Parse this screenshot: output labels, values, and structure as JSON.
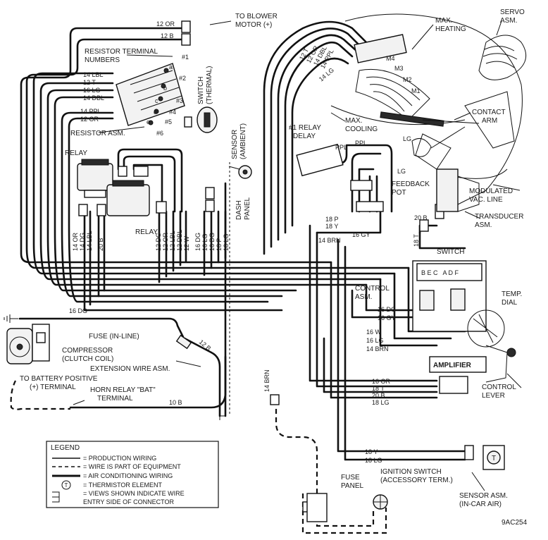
{
  "figure_id": "9AC254",
  "labels": {
    "to_blower_motor": "TO BLOWER",
    "to_blower_motor_2": "MOTOR (+)",
    "max_heating": "MAX.",
    "max_heating_2": "HEATING",
    "servo_asm": "SERVO",
    "servo_asm_2": "ASM.",
    "resistor_terminal_numbers": "RESISTOR TERMINAL",
    "resistor_terminal_numbers_2": "NUMBERS",
    "switch_thermal": "SWITCH",
    "switch_thermal_2": "(THERMAL)",
    "sensor_ambient": "SENSOR",
    "sensor_ambient_2": "(AMBIENT)",
    "resistor_asm": "RESISTOR ASM.",
    "relay_top": "RELAY",
    "relay_bottom": "RELAY",
    "max_cooling": "MAX.",
    "max_cooling_2": "COOLING",
    "relay_delay": "#1 RELAY",
    "relay_delay_2": "DELAY",
    "contact_arm": "CONTACT",
    "contact_arm_2": "ARM",
    "feedback_pot": "FEEDBACK",
    "feedback_pot_2": "POT",
    "modulated_vac_line": "MODULATED",
    "modulated_vac_line_2": "VAC. LINE",
    "transducer_asm": "TRANSDUCER",
    "transducer_asm_2": "ASM.",
    "dash_panel": "DASH",
    "dash_panel_2": "PANEL",
    "switch_main": "SWITCH",
    "control_asm": "CONTROL",
    "control_asm_2": "ASM.",
    "temp_dial": "TEMP.",
    "temp_dial_2": "DIAL",
    "amplifier": "AMPLIFIER",
    "control_lever": "CONTROL",
    "control_lever_2": "LEVER",
    "fuse_inline": "FUSE (IN-LINE)",
    "compressor": "COMPRESSOR",
    "compressor_2": "(CLUTCH COIL)",
    "extension_wire_asm": "EXTENSION WIRE ASM.",
    "to_battery_positive": "TO BATTERY POSITIVE",
    "to_battery_positive_2": "(+) TERMINAL",
    "horn_relay_bat": "HORN RELAY \"BAT\"",
    "horn_relay_bat_2": "TERMINAL",
    "fuse_panel": "FUSE",
    "fuse_panel_2": "PANEL",
    "ignition_switch": "IGNITION SWITCH",
    "ignition_switch_2": "(ACCESSORY TERM.)",
    "sensor_in_car": "SENSOR ASM.",
    "sensor_in_car_2": "(IN-CAR AIR)"
  },
  "resistor_terminals": [
    "#1",
    "#2",
    "#3",
    "#4",
    "#5",
    "#6"
  ],
  "resistor_letters": [
    "a",
    "b",
    "c",
    "d",
    "e"
  ],
  "switch_terminals": "B E C   A D F",
  "vacuum_ports": [
    "M1",
    "M2",
    "M3",
    "M4"
  ],
  "wire_labels": {
    "top_or": "12 OR",
    "top_b": "12 B",
    "lbl": "14 LBL",
    "t": "12 T",
    "lg": "16 LG",
    "dbl": "14 DBL",
    "ppl": "14 PPL",
    "or": "12 OR",
    "relay_ppl": "PPL",
    "feedback_lg1": "LG",
    "feedback_lg2": "LG",
    "p18": "18 P",
    "y18": "18 Y",
    "gy16": "16 GY",
    "brn14": "14 BRN",
    "b20_transducer": "20 B",
    "t18_transducer": "18 T",
    "dg16_ctrl": "16 DG",
    "gy16_ctrl": "16 GY",
    "dg16_comp": "16 DG",
    "b12_fuse": "12 B",
    "w16": "16 W",
    "lg16": "16 LG",
    "brn14_ctrl": "14 BRN",
    "brn14_v": "14 BRN",
    "or16": "16 OR",
    "t18": "18 T",
    "b20": "20 B",
    "lg18": "18 LG",
    "b10": "10 B",
    "y18_sensor": "18 Y",
    "lg18_sensor": "18 LG",
    "servo_t": "12 T",
    "servo_or": "12 OR",
    "servo_dbl": "14 DBL",
    "servo_ppl": "14 PPL",
    "servo_lg": "14 LG"
  },
  "vertical_wire_labels": [
    "14 OR",
    "14 DG",
    "14 LBL",
    "20 B",
    "12 DG",
    "12 OR",
    "12 LBL",
    "12 DBL",
    "12 W",
    "16 DG",
    "16 LG",
    "16 DG",
    "18 P",
    "18 LG"
  ],
  "legend": {
    "title": "LEGEND",
    "items": [
      "= PRODUCTION WIRING",
      "= WIRE IS PART OF EQUIPMENT",
      "= AIR CONDITIONING WIRING",
      "= THERMISTOR ELEMENT",
      "= VIEWS SHOWN INDICATE WIRE",
      "ENTRY SIDE OF CONNECTOR"
    ]
  }
}
